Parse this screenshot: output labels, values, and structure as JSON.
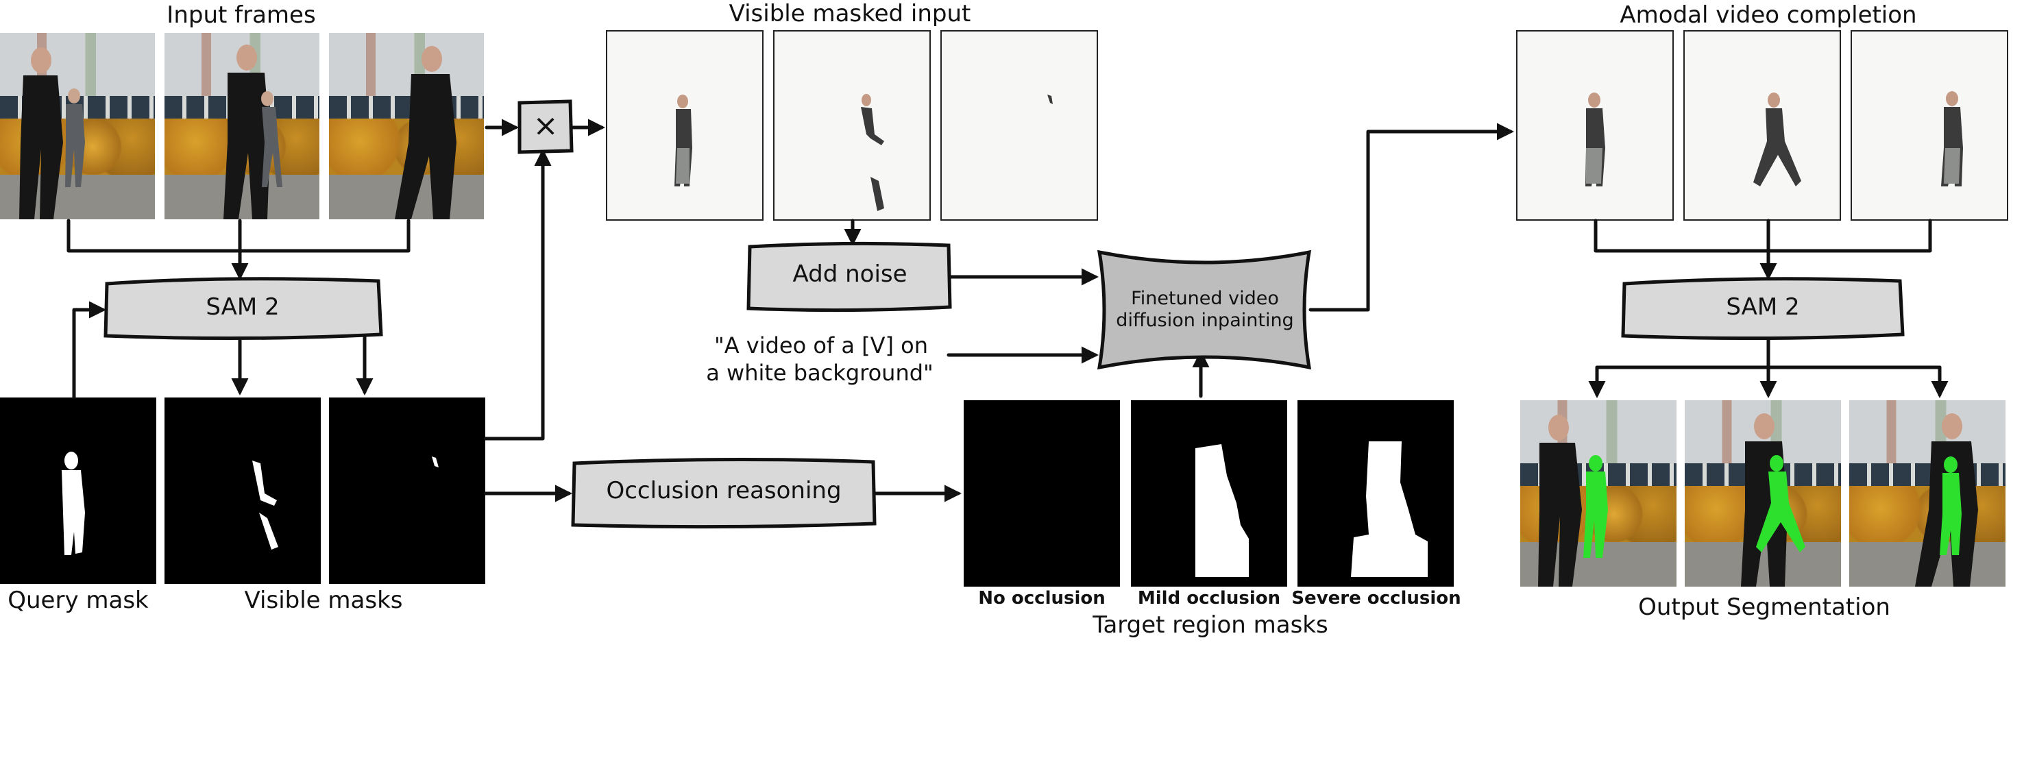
{
  "sections": {
    "input_frames": "Input frames",
    "visible_masked_input": "Visible masked input",
    "amodal_video_completion": "Amodal video completion",
    "output_segmentation": "Output Segmentation",
    "target_region_masks": "Target region masks"
  },
  "nodes": {
    "sam2_left": "SAM 2",
    "sam2_right": "SAM 2",
    "multiply": "×",
    "add_noise": "Add noise",
    "diffusion_line1": "Finetuned video",
    "diffusion_line2": "diffusion inpainting",
    "occlusion_reasoning": "Occlusion reasoning"
  },
  "prompt": {
    "line1": "\"A video of a [V] on",
    "line2": "a white background\""
  },
  "labels": {
    "query_mask": "Query mask",
    "visible_masks": "Visible masks",
    "no_occlusion": "No occlusion",
    "mild_occlusion": "Mild occlusion",
    "severe_occlusion": "Severe occlusion"
  },
  "colors": {
    "box_fill": "#d9d9d9",
    "diffusion_fill": "#bdbdbd",
    "segmentation_green": "#2ee02e",
    "stroke": "#111111"
  }
}
